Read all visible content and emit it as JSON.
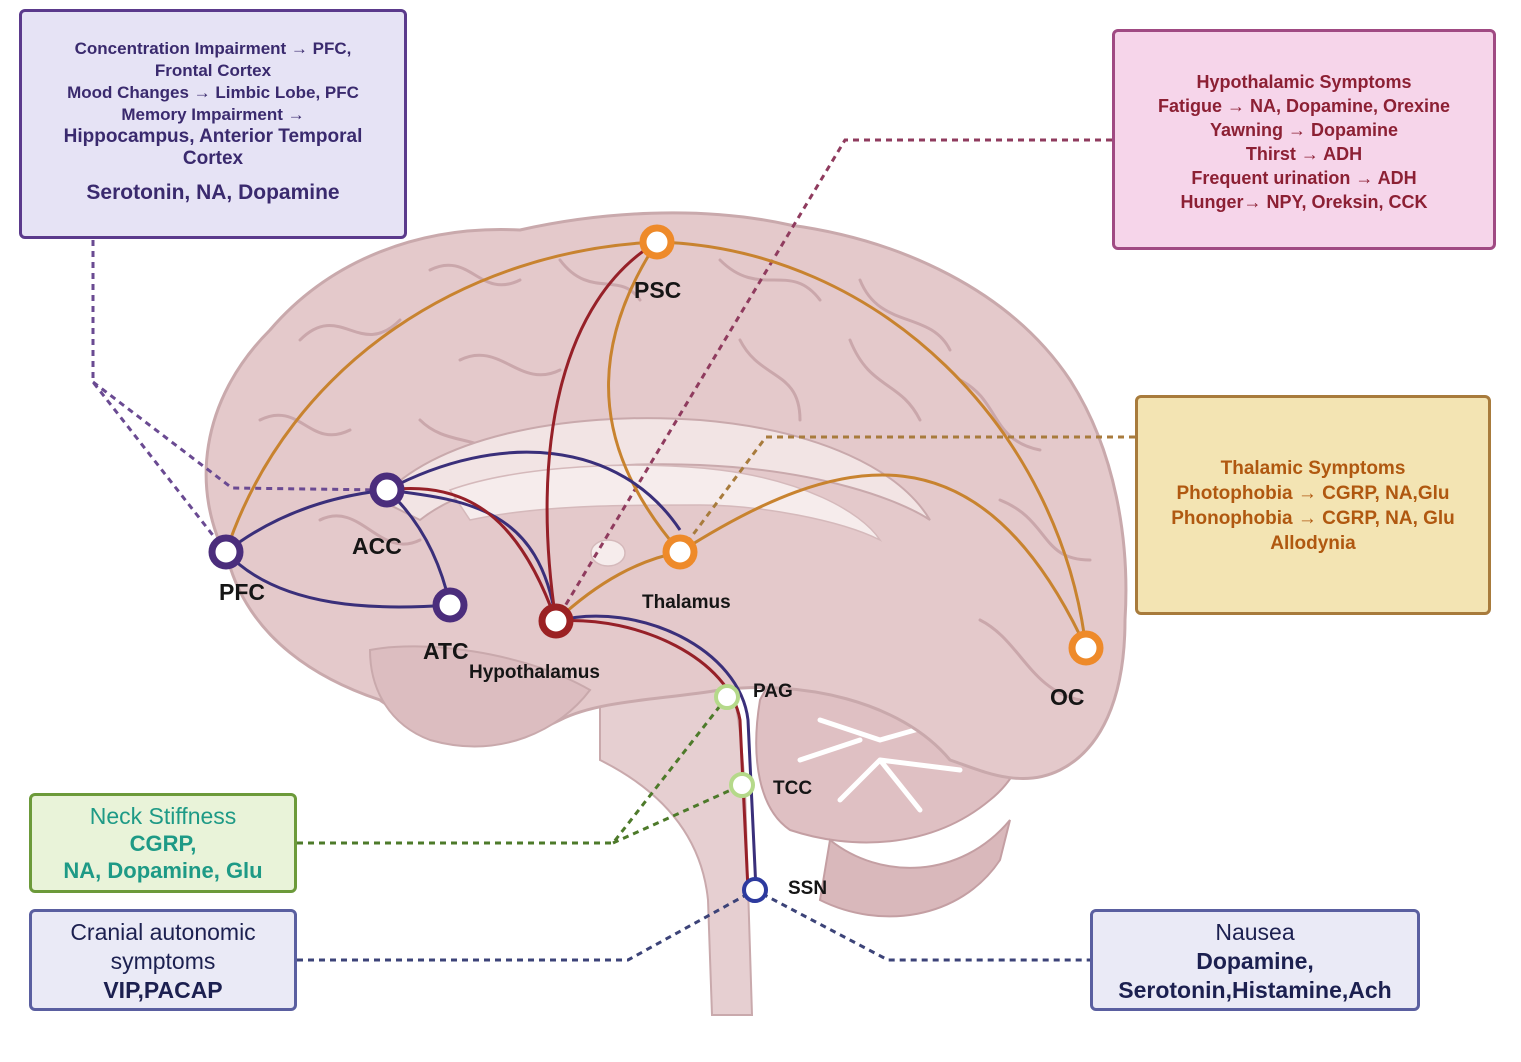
{
  "boxes": {
    "pfc_box": {
      "lines": [
        "Concentration Impairment → PFC,",
        "Frontal Cortex",
        "Mood Changes → Limbic Lobe, PFC",
        "Memory Impairment  →",
        "Hippocampus, Anterior Temporal",
        "Cortex"
      ],
      "neuro": "Serotonin, NA, Dopamine"
    },
    "hypothalamic_box": {
      "lines": [
        "Hypothalamic Symptoms",
        "Fatigue → NA, Dopamine, Orexine",
        "Yawning → Dopamine",
        "Thirst → ADH",
        "Frequent urination → ADH",
        "Hunger→ NPY, Oreksin, CCK"
      ]
    },
    "thalamic_box": {
      "lines": [
        "Thalamic Symptoms",
        "Photophobia → CGRP, NA,Glu",
        "Phonophobia → CGRP, NA, Glu",
        "Allodynia"
      ]
    },
    "neck_box": {
      "title": "Neck Stiffness",
      "lines": [
        "CGRP,",
        "NA, Dopamine, Glu"
      ]
    },
    "cranial_box": {
      "lines": [
        "Cranial autonomic",
        "symptoms"
      ],
      "bold": "VIP,PACAP"
    },
    "nausea_box": {
      "title": "Nausea",
      "lines": [
        "Dopamine,",
        "Serotonin,Histamine,Ach"
      ]
    }
  },
  "regions": {
    "psc": "PSC",
    "acc": "ACC",
    "pfc": "PFC",
    "atc": "ATC",
    "thalamus": "Thalamus",
    "hypothalamus": "Hypothalamus",
    "oc": "OC",
    "pag": "PAG",
    "tcc": "TCC",
    "ssn": "SSN"
  },
  "colors": {
    "purple_node": "#4b2d7c",
    "orange_node": "#ee8a2a",
    "red_node": "#9b2123",
    "green_node": "#b5d98a",
    "blue_node": "#2d3a9e",
    "brain": "#e2c6c8"
  }
}
